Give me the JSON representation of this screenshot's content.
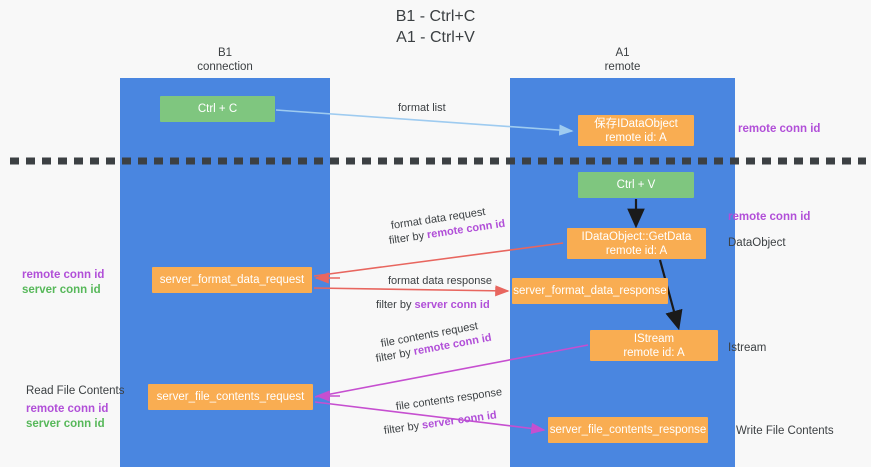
{
  "title": {
    "line1": "B1 - Ctrl+C",
    "line2": "A1 - Ctrl+V"
  },
  "lanes": [
    {
      "id": "b1",
      "name": "B1",
      "role": "connection"
    },
    {
      "id": "a1",
      "name": "A1",
      "role": "remote"
    }
  ],
  "nodes": {
    "ctrl_c": {
      "label": "Ctrl + C",
      "color": "#7fc67f"
    },
    "save_dataobject": {
      "line1": "保存IDataObject",
      "line2": "remote id: A",
      "color": "#f9ad52"
    },
    "ctrl_v": {
      "label": "Ctrl + V",
      "color": "#7fc67f"
    },
    "getdata": {
      "line1": "IDataObject::GetData",
      "line2": "remote id: A",
      "color": "#f9ad52"
    },
    "server_format_data_request": {
      "label": "server_format_data_request",
      "color": "#f9ad52"
    },
    "server_format_data_response": {
      "label": "server_format_data_response",
      "color": "#f9ad52"
    },
    "istream": {
      "line1": "IStream",
      "line2": "remote id: A",
      "color": "#f9ad52"
    },
    "server_file_contents_request": {
      "label": "server_file_contents_request",
      "color": "#f9ad52"
    },
    "server_file_contents_response": {
      "label": "server_file_contents_response",
      "color": "#f9ad52"
    }
  },
  "arrows": {
    "format_list": {
      "label": "format list",
      "color": "#9ecbf0"
    },
    "format_data_request": {
      "label": "format data request",
      "filter_prefix": "filter by ",
      "filter_key": "remote conn id",
      "color": "#e8665f"
    },
    "format_data_response": {
      "label": "format data response",
      "filter_prefix": "filter by ",
      "filter_key": "server conn id",
      "color": "#e8665f"
    },
    "file_contents_request": {
      "label": "file contents request",
      "filter_prefix": "filter by ",
      "filter_key": "remote conn id",
      "color": "#c64fd0"
    },
    "file_contents_response": {
      "label": "file contents response",
      "filter_prefix": "filter by ",
      "filter_key": "server conn id",
      "color": "#c64fd0"
    }
  },
  "annotations": {
    "right_remote_conn_id_top": "remote conn id",
    "right_remote_conn_id_mid": "remote conn id",
    "right_dataobject": "DataObject",
    "right_istream": "Istream",
    "right_write_file_contents": "Write File Contents",
    "left_remote_conn_id_mid": "remote conn id",
    "left_server_conn_id_mid": "server conn id",
    "left_read_file_contents": "Read File Contents",
    "left_remote_conn_id_bottom": "remote conn id",
    "left_server_conn_id_bottom": "server conn id"
  },
  "colors": {
    "lane": "#4a86e0",
    "green_node": "#7fc67f",
    "orange_node": "#f9ad52",
    "purple_text": "#b14fd8",
    "green_text": "#57b85a",
    "red_arrow": "#e8665f",
    "magenta_arrow": "#c64fd0",
    "blue_arrow": "#9ecbf0",
    "background": "#f8f8f8",
    "divider": "#3c4043"
  }
}
